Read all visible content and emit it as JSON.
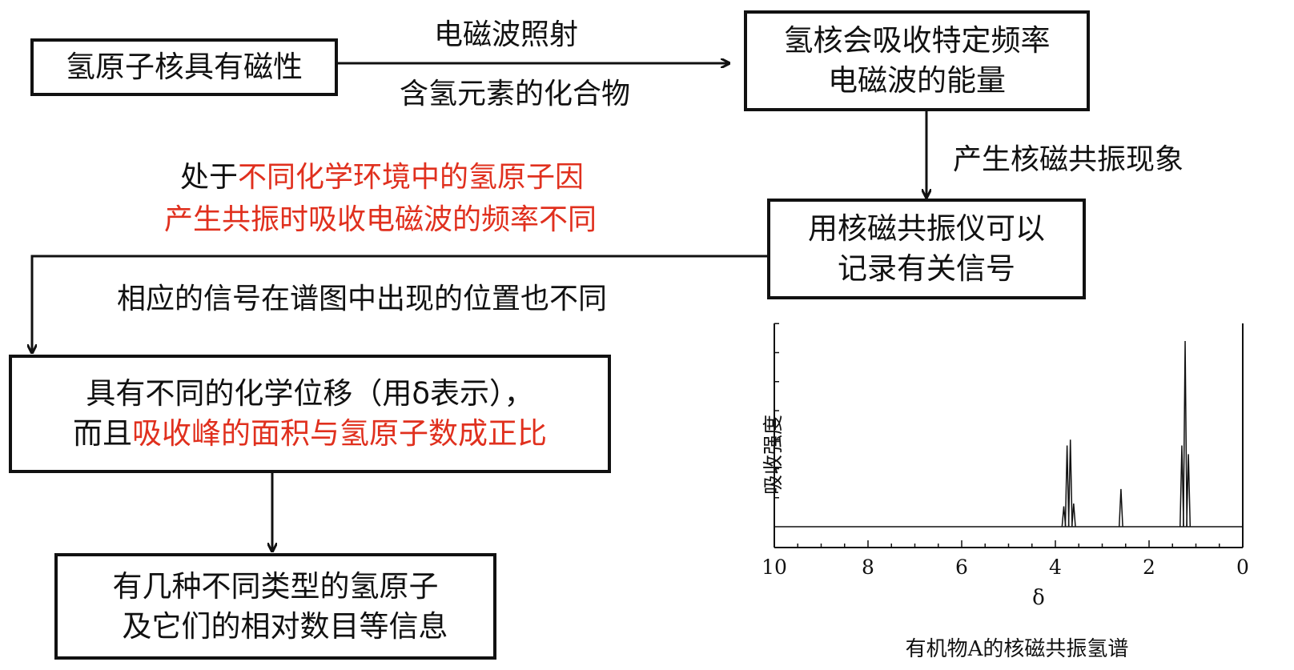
{
  "diagram": {
    "box_hydrogen_magnetic": "氢原子核具有磁性",
    "box_absorb": {
      "line1": "氢核会吸收特定频率",
      "line2": "电磁波的能量"
    },
    "box_nmr_instrument": {
      "line1": "用核磁共振仪可以",
      "line2": "记录有关信号"
    },
    "box_chemical_shift": {
      "line1": "具有不同的化学位移（用δ表示），",
      "line2_black": "而且",
      "line2_red": "吸收峰的面积与氢原子数成正比"
    },
    "box_info": {
      "line1": "有几种不同类型的氢原子",
      "line2": "及它们的相对数目等信息"
    },
    "label_irradiate": "电磁波照射",
    "label_compound": "含氢元素的化合物",
    "label_resonance": "产生核磁共振现象",
    "label_env": {
      "part1_black": "处于",
      "part1_red": "不同化学环境中的氢原子因",
      "line2_red": "产生共振时吸收电磁波的频率不同"
    },
    "label_position": "相应的信号在谱图中出现的位置也不同"
  },
  "colors": {
    "text": "#111111",
    "highlight_red": "#e0301e",
    "background": "#ffffff"
  },
  "chart_data": {
    "type": "line",
    "title": "有机物A的核磁共振氢谱",
    "xlabel": "δ",
    "ylabel": "吸收强度",
    "xlim": [
      10,
      0
    ],
    "x_reversed": true,
    "x_ticks": [
      10,
      8,
      6,
      4,
      2,
      0
    ],
    "baseline": 0,
    "ylim": [
      0,
      6.4
    ],
    "peaks": [
      {
        "delta": 3.82,
        "height": 0.7
      },
      {
        "delta": 3.75,
        "height": 2.8
      },
      {
        "delta": 3.68,
        "height": 3.0
      },
      {
        "delta": 3.61,
        "height": 0.8
      },
      {
        "delta": 2.6,
        "height": 1.3
      },
      {
        "delta": 1.3,
        "height": 2.8
      },
      {
        "delta": 1.23,
        "height": 6.4
      },
      {
        "delta": 1.16,
        "height": 2.5
      }
    ]
  }
}
